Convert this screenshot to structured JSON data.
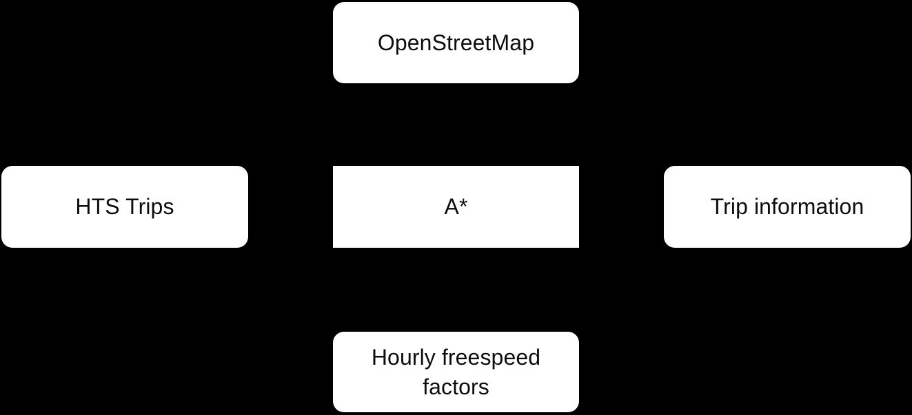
{
  "diagram": {
    "background_color": "#000000",
    "node_fill_color": "#ffffff",
    "node_text_color": "#0d0d0d",
    "nodes": [
      {
        "id": "openstreetmap",
        "label": "OpenStreetMap",
        "shape": "rounded-rectangle",
        "row": "top",
        "column": "center"
      },
      {
        "id": "hts-trips",
        "label": "HTS Trips",
        "shape": "rounded-rectangle",
        "row": "middle",
        "column": "left"
      },
      {
        "id": "astar",
        "label": "A*",
        "shape": "rectangle",
        "row": "middle",
        "column": "center"
      },
      {
        "id": "trip-information",
        "label": "Trip information",
        "shape": "rounded-rectangle",
        "row": "middle",
        "column": "right"
      },
      {
        "id": "hourly-freespeed-factors",
        "label": "Hourly freespeed\nfactors",
        "shape": "rounded-rectangle",
        "row": "bottom",
        "column": "center"
      }
    ]
  }
}
